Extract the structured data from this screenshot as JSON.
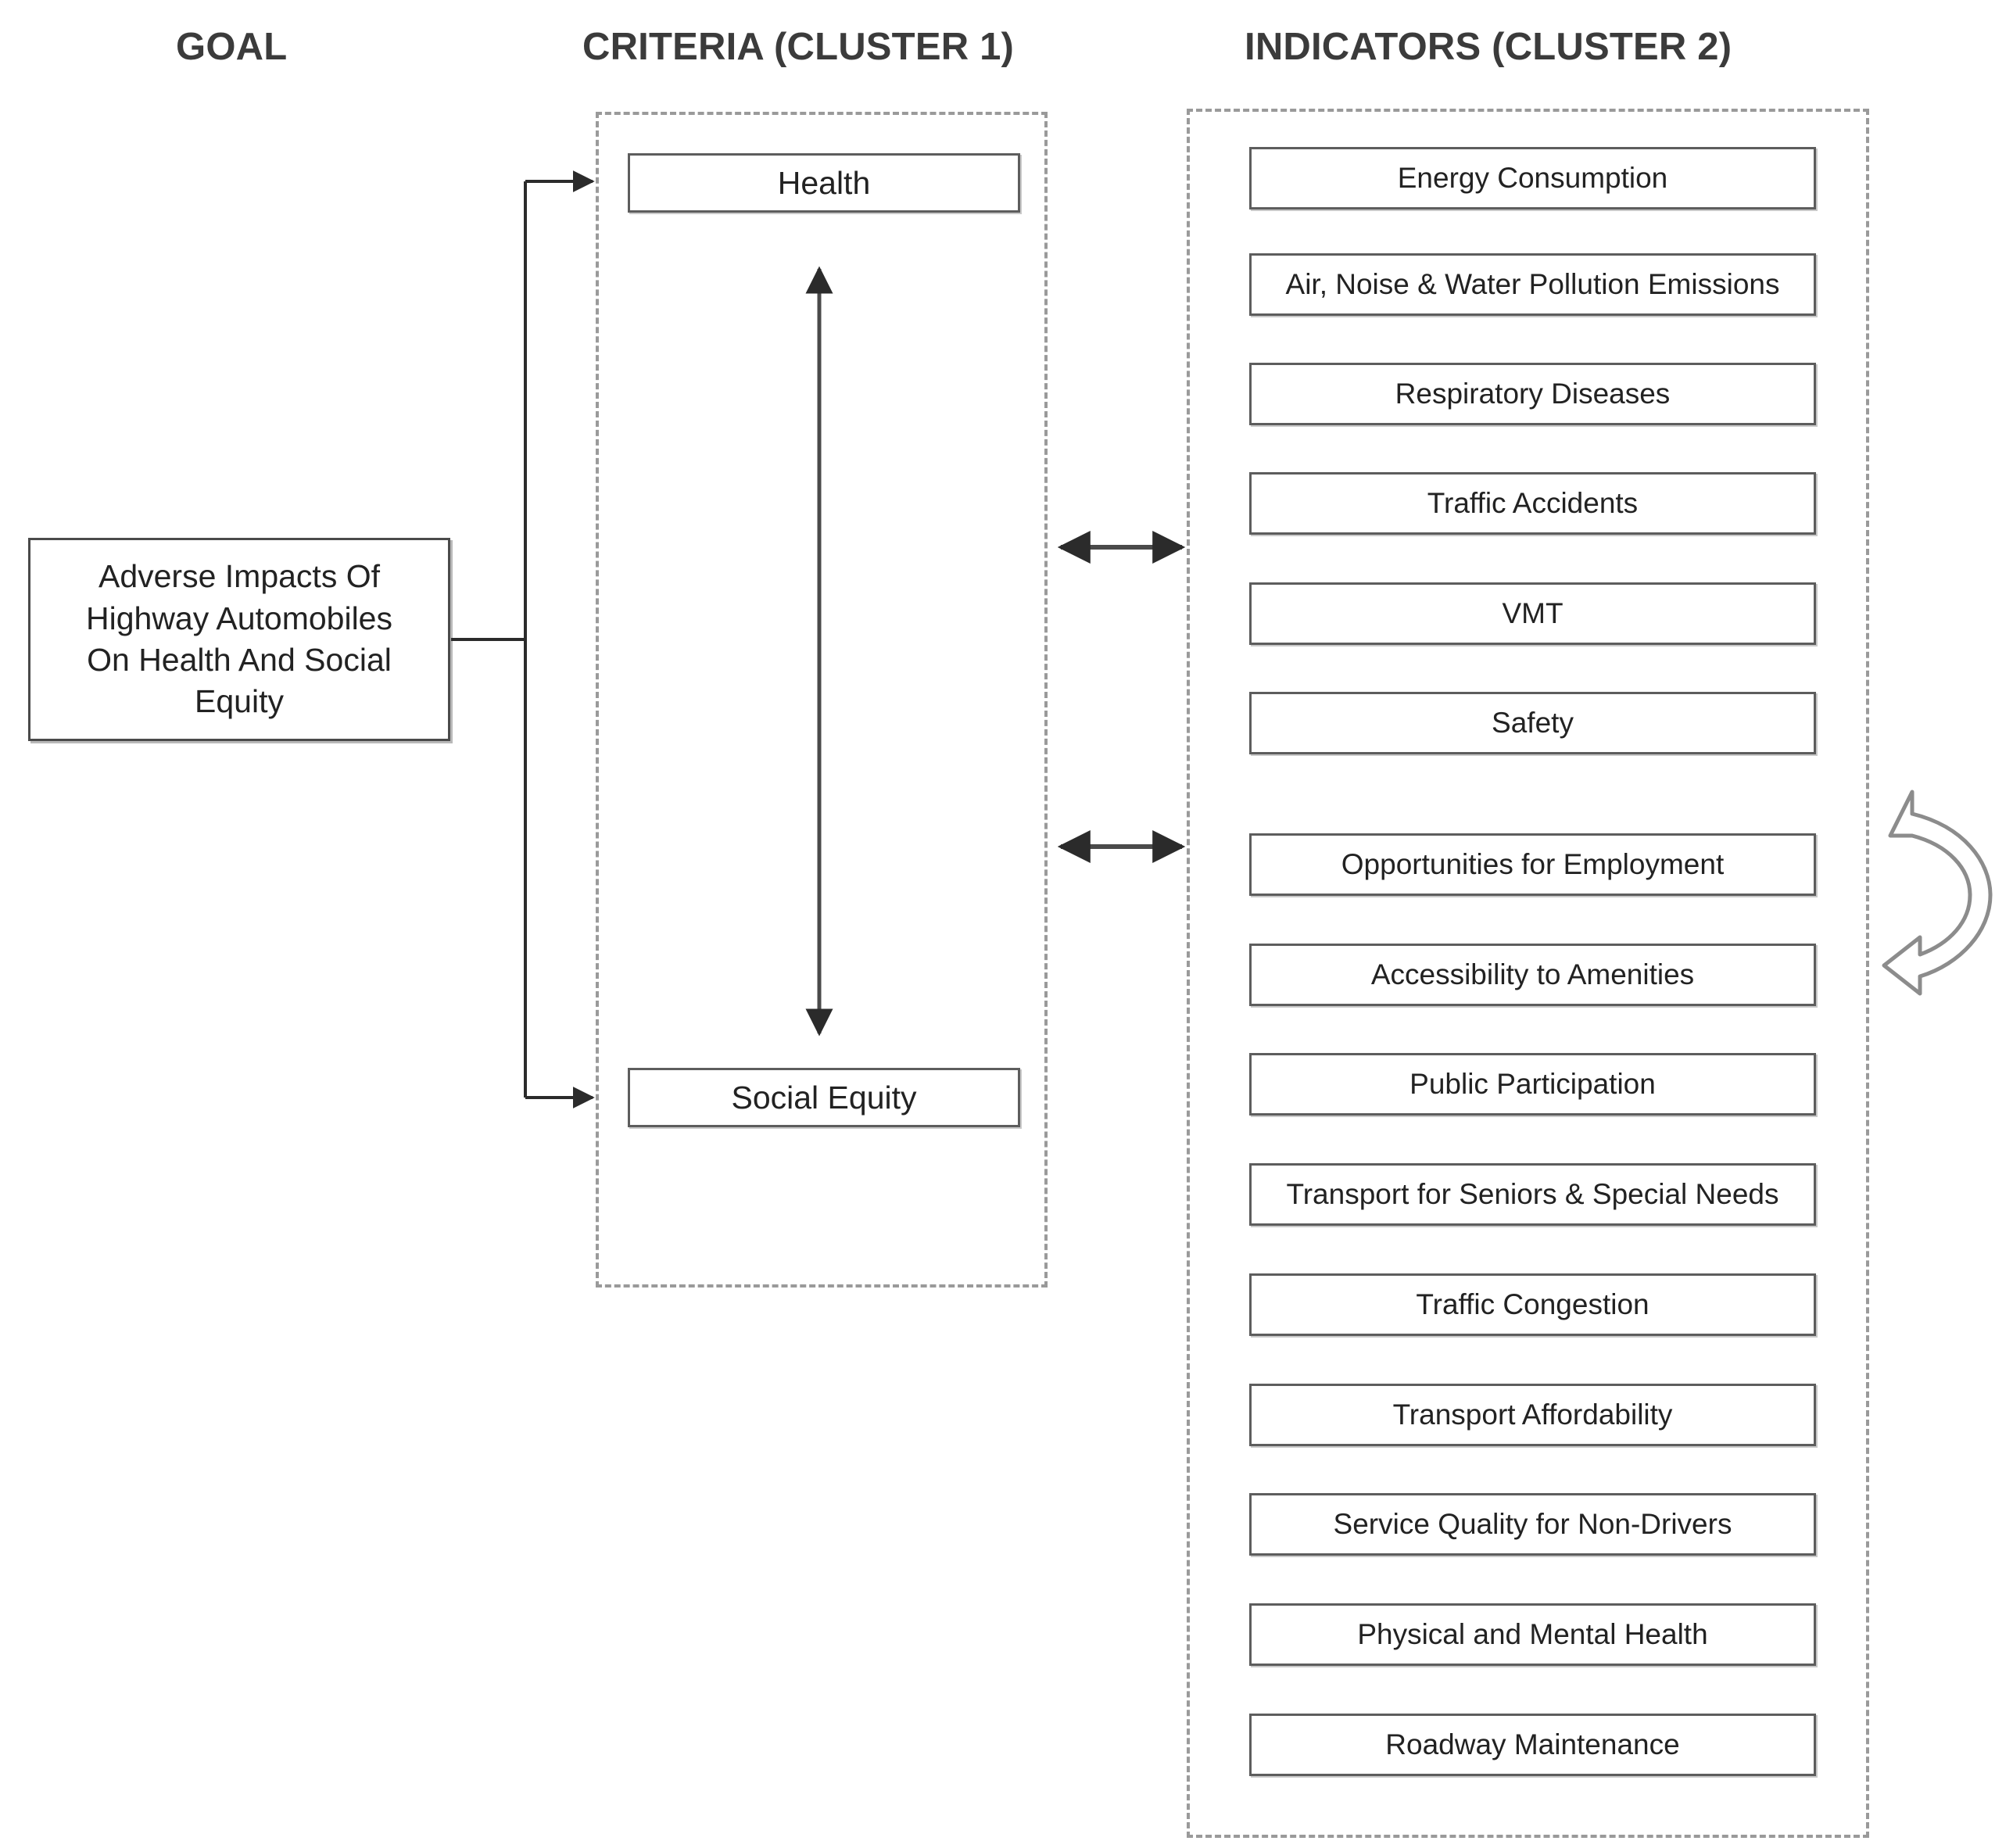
{
  "headers": {
    "goal": "GOAL",
    "criteria": "CRITERIA (CLUSTER 1)",
    "indicators": "INDICATORS (CLUSTER 2)"
  },
  "goal": {
    "lines": [
      "Adverse Impacts Of",
      "Highway Automobiles",
      "On Health And Social",
      "Equity"
    ],
    "text": "Adverse Impacts Of Highway Automobiles On Health And Social Equity"
  },
  "criteria": {
    "cluster_label": "CRITERIA (CLUSTER 1)",
    "items": [
      {
        "label": "Health"
      },
      {
        "label": "Social Equity"
      }
    ]
  },
  "indicators": {
    "cluster_label": "INDICATORS (CLUSTER 2)",
    "groups": [
      {
        "name": "health-indicators",
        "items": [
          {
            "label": "Energy Consumption"
          },
          {
            "label": "Air, Noise & Water Pollution Emissions"
          },
          {
            "label": "Respiratory Diseases"
          },
          {
            "label": "Traffic Accidents"
          },
          {
            "label": "VMT"
          },
          {
            "label": "Safety"
          }
        ]
      },
      {
        "name": "social-equity-indicators",
        "items": [
          {
            "label": "Opportunities for Employment"
          },
          {
            "label": "Accessibility to Amenities"
          },
          {
            "label": "Public Participation"
          },
          {
            "label": "Transport for Seniors & Special Needs"
          },
          {
            "label": "Traffic Congestion"
          },
          {
            "label": "Transport Affordability"
          },
          {
            "label": "Service Quality for Non-Drivers"
          },
          {
            "label": "Physical and Mental Health"
          },
          {
            "label": "Roadway Maintenance"
          }
        ]
      }
    ]
  },
  "connectors": {
    "goal_to_health": "arrow",
    "goal_to_social_equity": "arrow",
    "health_social_equity_inner_dependency": "double-arrow-vertical",
    "criteria_to_health_indicators": "double-arrow-horizontal",
    "criteria_to_equity_indicators": "double-arrow-horizontal",
    "indicator_feedback_loop": "curved-arrow"
  },
  "colors": {
    "node_border": "#5d5d5d",
    "cluster_border": "#9a9a9a",
    "text": "#222222",
    "header_text": "#3b3b3b",
    "connector": "#3f3f3f",
    "background": "#ffffff"
  }
}
